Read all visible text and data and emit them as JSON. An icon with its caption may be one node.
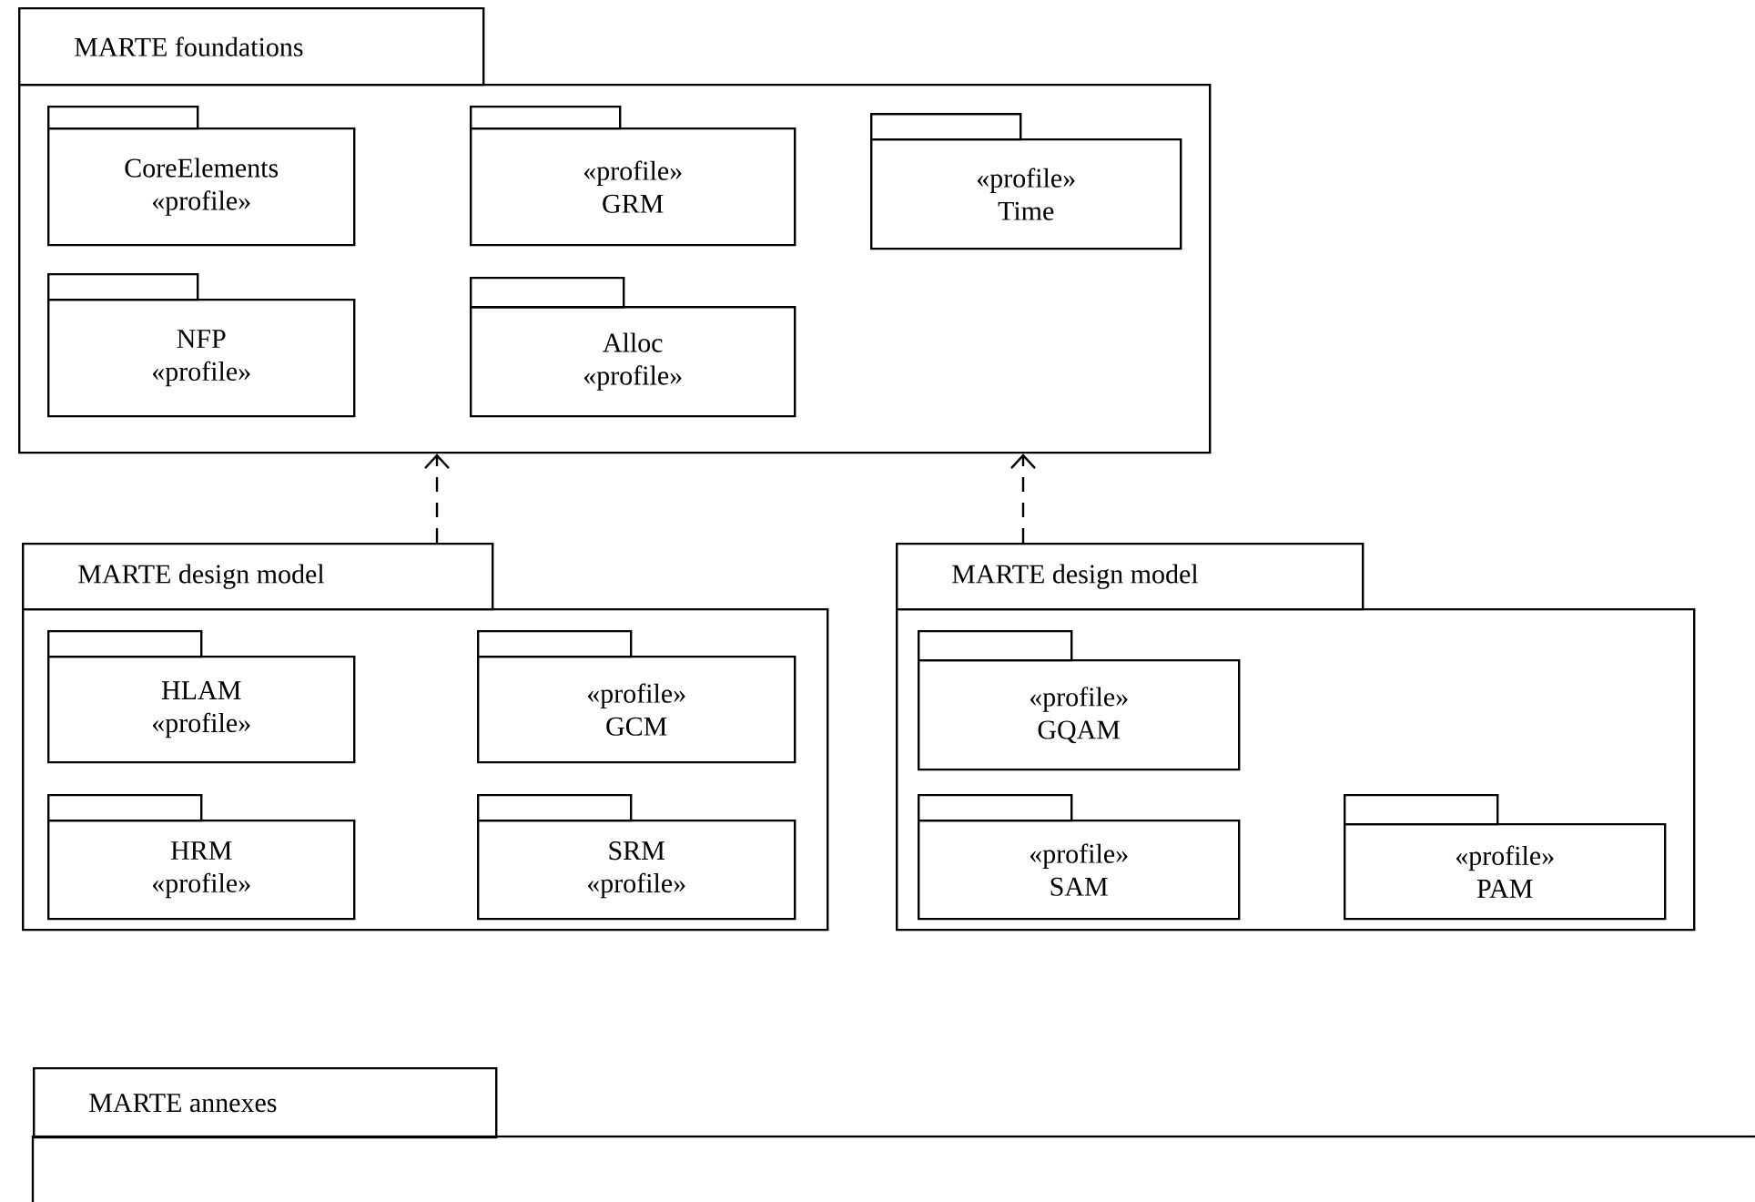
{
  "diagram": {
    "nodes": [
      {
        "text": [
          "MARTE foundations"
        ]
      },
      {
        "text": [
          "CoreElements",
          "«profile»"
        ],
        "in": 0
      },
      {
        "text": [
          "«profile»",
          "GRM"
        ],
        "in": 0
      },
      {
        "text": [
          "«profile»",
          "Time"
        ],
        "in": 0
      },
      {
        "text": [
          "NFP",
          "«profile»"
        ],
        "in": 0
      },
      {
        "text": [
          "Alloc",
          "«profile»"
        ],
        "in": 0
      },
      {
        "text": [
          "MARTE design model"
        ]
      },
      {
        "text": [
          "HLAM",
          "«profile»"
        ],
        "in": 6
      },
      {
        "text": [
          "«profile»",
          "GCM"
        ],
        "in": 6
      },
      {
        "text": [
          "HRM",
          "«profile»"
        ],
        "in": 6
      },
      {
        "text": [
          "SRM",
          "«profile»"
        ],
        "in": 6
      },
      {
        "text": [
          "MARTE design model"
        ]
      },
      {
        "text": [
          "«profile»",
          "GQAM"
        ],
        "in": 11
      },
      {
        "text": [
          "«profile»",
          "SAM"
        ],
        "in": 11
      },
      {
        "text": [
          "«profile»",
          "PAM"
        ],
        "in": 11
      },
      {
        "text": [
          "MARTE annexes"
        ]
      }
    ],
    "edges": [
      {
        "from": 6,
        "to": 0,
        "arrow": "to",
        "style": "dashed"
      },
      {
        "from": 11,
        "to": 0,
        "arrow": "to",
        "style": "dashed"
      }
    ]
  }
}
